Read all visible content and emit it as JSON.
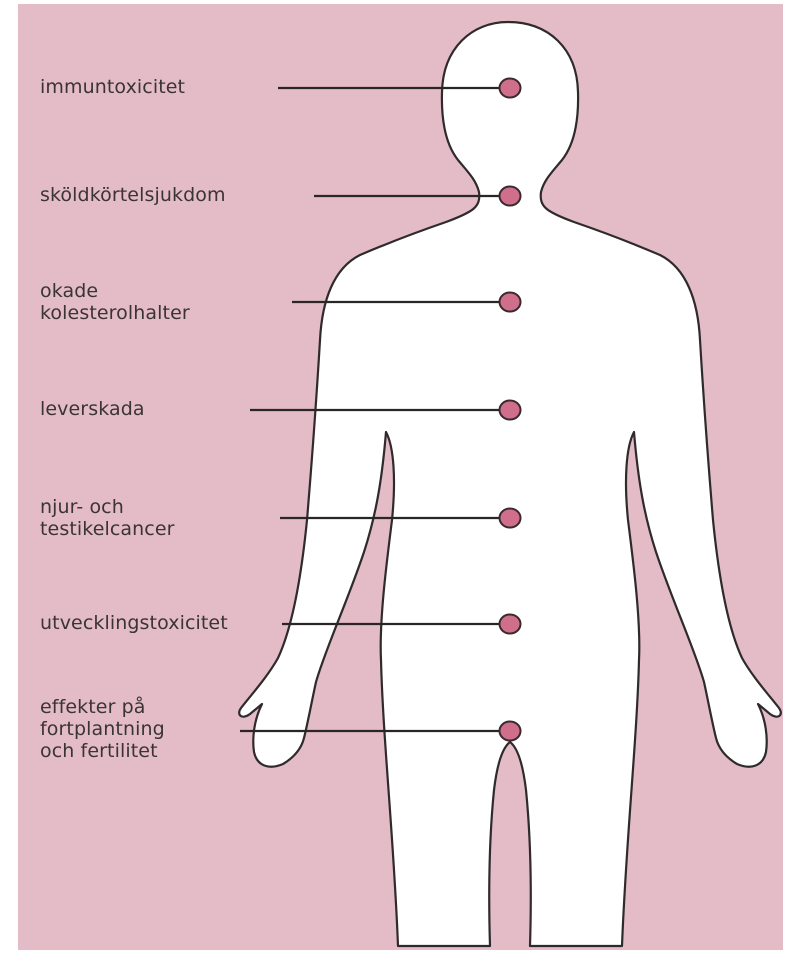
{
  "diagram": {
    "colors": {
      "background": "#e3bcc7",
      "body_fill": "#ffffff",
      "outline": "#2f2a2c",
      "leader_line": "#2a2527",
      "marker_fill": "#cf6f8b",
      "marker_stroke": "#3a2a30",
      "label_text": "#3a3436"
    },
    "figure_icon": "human-body-silhouette",
    "callouts": [
      {
        "id": "immuntoxicitet",
        "label": "immuntoxicitet"
      },
      {
        "id": "skoldkortelsjukdom",
        "label": "sköldkörtelsjukdom"
      },
      {
        "id": "kolesterol",
        "label": "okade\nkolesterolhalter"
      },
      {
        "id": "leverskada",
        "label": "leverskada"
      },
      {
        "id": "cancer",
        "label": "njur- och\ntestikelcancer"
      },
      {
        "id": "utvecklingstoxicitet",
        "label": "utvecklingstoxicitet"
      },
      {
        "id": "fortplantning",
        "label": "effekter på\nfortplantning\noch fertilitet"
      }
    ]
  }
}
